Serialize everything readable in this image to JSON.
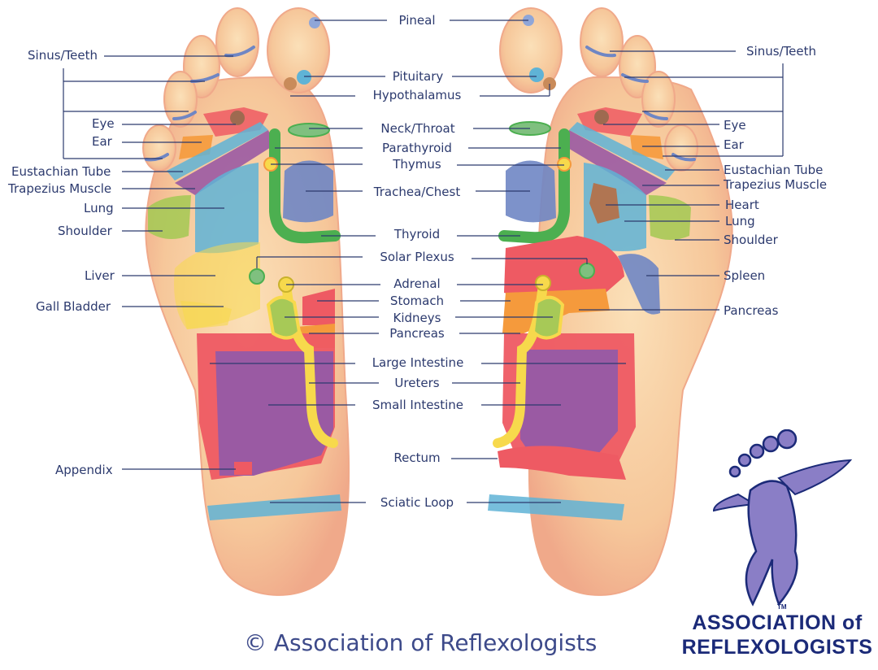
{
  "colors": {
    "skin": "#f6c79a",
    "skin_edge": "#f0a98a",
    "line": "#2c3a6e",
    "label": "#2c3a6e",
    "red": "#ee5a63",
    "purple": "#9a5aa3",
    "blue": "#5fb3d6",
    "green": "#4caf50",
    "yellow": "#f7d94c",
    "orange": "#f59a3c",
    "navy_blue": "#6f86c4",
    "lime": "#a7c957",
    "brown": "#b76e44",
    "logo_purple": "#8a7ec6"
  },
  "center_labels": [
    {
      "id": "pineal",
      "text": "Pineal"
    },
    {
      "id": "pituitary",
      "text": "Pituitary"
    },
    {
      "id": "hypothalamus",
      "text": "Hypothalamus"
    },
    {
      "id": "neck-throat",
      "text": "Neck/Throat"
    },
    {
      "id": "parathyroid",
      "text": "Parathyroid"
    },
    {
      "id": "thymus",
      "text": "Thymus"
    },
    {
      "id": "trachea-chest",
      "text": "Trachea/Chest"
    },
    {
      "id": "thyroid",
      "text": "Thyroid"
    },
    {
      "id": "solar-plexus",
      "text": "Solar Plexus"
    },
    {
      "id": "adrenal",
      "text": "Adrenal"
    },
    {
      "id": "stomach",
      "text": "Stomach"
    },
    {
      "id": "kidneys",
      "text": "Kidneys"
    },
    {
      "id": "pancreas",
      "text": "Pancreas"
    },
    {
      "id": "large-intestine",
      "text": "Large Intestine"
    },
    {
      "id": "ureters",
      "text": "Ureters"
    },
    {
      "id": "small-intestine",
      "text": "Small Intestine"
    },
    {
      "id": "rectum",
      "text": "Rectum"
    },
    {
      "id": "sciatic-loop",
      "text": "Sciatic Loop"
    }
  ],
  "left_labels": [
    {
      "id": "sinus-teeth",
      "text": "Sinus/Teeth"
    },
    {
      "id": "eye",
      "text": "Eye"
    },
    {
      "id": "ear",
      "text": "Ear"
    },
    {
      "id": "eustachian-tube",
      "text": "Eustachian Tube"
    },
    {
      "id": "trapezius-muscle",
      "text": "Trapezius Muscle"
    },
    {
      "id": "lung",
      "text": "Lung"
    },
    {
      "id": "shoulder",
      "text": "Shoulder"
    },
    {
      "id": "liver",
      "text": "Liver"
    },
    {
      "id": "gall-bladder",
      "text": "Gall Bladder"
    },
    {
      "id": "appendix",
      "text": "Appendix"
    }
  ],
  "right_labels": [
    {
      "id": "sinus-teeth",
      "text": "Sinus/Teeth"
    },
    {
      "id": "eye",
      "text": "Eye"
    },
    {
      "id": "ear",
      "text": "Ear"
    },
    {
      "id": "eustachian-tube",
      "text": "Eustachian Tube"
    },
    {
      "id": "trapezius-muscle",
      "text": "Trapezius Muscle"
    },
    {
      "id": "heart",
      "text": "Heart"
    },
    {
      "id": "lung",
      "text": "Lung"
    },
    {
      "id": "shoulder",
      "text": "Shoulder"
    },
    {
      "id": "spleen",
      "text": "Spleen"
    },
    {
      "id": "pancreas",
      "text": "Pancreas"
    }
  ],
  "copyright": "© Association of Reflexologists",
  "logo": {
    "line1": "ASSOCIATION of",
    "line2": "REFLEXOLOGISTS",
    "tm": "TM"
  }
}
